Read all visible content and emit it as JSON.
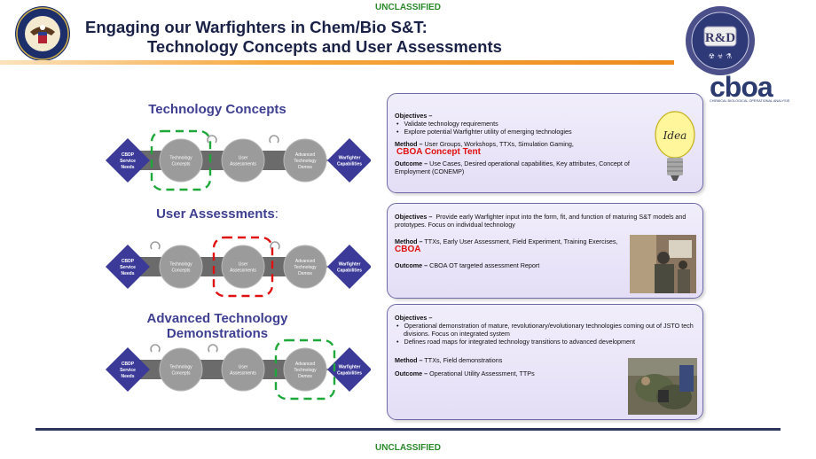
{
  "classification_top": "UNCLASSIFIED",
  "classification_bottom": "UNCLASSIFIED",
  "title_line1": "Engaging our Warfighters in Chem/Bio S&T:",
  "title_line2": "Technology Concepts and User Assessments",
  "logos": {
    "left": "DEFENSE THREAT REDUCTION AGENCY · UNITED STATES OF AMERICA",
    "right_inner": "R&D",
    "brand": "cboa",
    "brand_sub": "CHEMICAL BIOLOGICAL OPERATIONAL ANALYSIS"
  },
  "flow_labels": {
    "start": [
      "CBDP",
      "Service",
      "Needs"
    ],
    "step1": [
      "Technology",
      "Concepts"
    ],
    "step2": [
      "User",
      "Assessments"
    ],
    "step3": [
      "Advanced",
      "Technology",
      "Demos"
    ],
    "end": [
      "Warfighter",
      "Capabilities"
    ]
  },
  "sections": [
    {
      "heading": "Technology Concepts",
      "highlight": "step1",
      "highlight_color": "#1fa83a",
      "objectives_label": "Objectives –",
      "objectives_intro": "",
      "bullets": [
        "Validate technology requirements",
        "Explore potential Warfighter utility of emerging technologies"
      ],
      "method_label": "Method –",
      "method_text": "User Groups, Workshops, TTXs, Simulation Gaming,",
      "method_emph": "CBOA Concept Tent",
      "outcome_label": "Outcome –",
      "outcome_text": "Use Cases, Desired operational capabilities, Key attributes, Concept of Employment (CONEMP)",
      "image_text": "Idea"
    },
    {
      "heading": "User Assessments",
      "heading_suffix": ":",
      "highlight": "step2",
      "highlight_color": "#e01010",
      "objectives_label": "Objectives –",
      "objectives_intro": "Provide early Warfighter input into the form, fit, and function of maturing S&T models and prototypes.  Focus on individual technology",
      "bullets": [],
      "method_label": "Method –",
      "method_text": "TTXs, Early User Assessment, Field Experiment, Training Exercises,",
      "method_emph": "CBOA",
      "outcome_label": "Outcome –",
      "outcome_text": "CBOA OT targeted assessment Report"
    },
    {
      "heading": "Advanced Technology Demonstrations",
      "highlight": "step3",
      "highlight_color": "#1fa83a",
      "objectives_label": "Objectives –",
      "objectives_intro": "",
      "bullets": [
        "Operational demonstration of mature, revolutionary/evolutionary technologies coming out of JSTO tech divisions.  Focus on integrated system",
        "Defines road maps for integrated technology transitions to advanced development"
      ],
      "method_label": "Method –",
      "method_text": "TTXs, Field demonstrations",
      "method_emph": "",
      "outcome_label": "Outcome –",
      "outcome_text": "Operational Utility Assessment, TTPs"
    }
  ],
  "colors": {
    "diamond": "#3b3a98",
    "arrow_band": "#6b6b6b",
    "circle": "#9b9b9b",
    "title": "#1a2147",
    "heading": "#3f3f91"
  }
}
